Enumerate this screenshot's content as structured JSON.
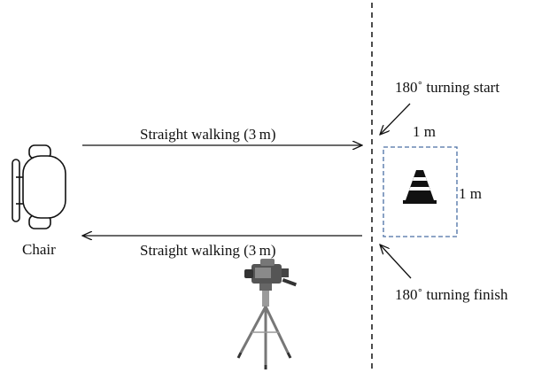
{
  "labels": {
    "straight_top": "Straight walking (3 m)",
    "straight_bottom": "Straight walking (3 m)",
    "turn_start": "180˚ turning start",
    "turn_finish": "180˚ turning finish",
    "width": "1 m",
    "height": "1 m",
    "chair": "Chair"
  },
  "icons": {
    "chair": "chair-icon",
    "cone": "traffic-cone-icon",
    "camera": "video-camera-tripod-icon"
  },
  "colors": {
    "square": "#4a6fa5",
    "lines": "#111111"
  }
}
